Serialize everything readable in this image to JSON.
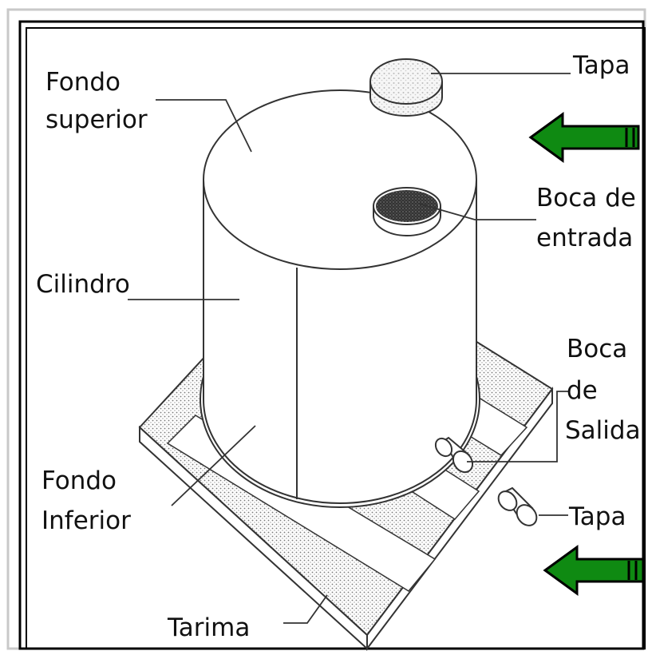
{
  "labels": {
    "fondo_superior": [
      "Fondo",
      "superior"
    ],
    "tapa_top": "Tapa",
    "boca_entrada": [
      "Boca de",
      "entrada"
    ],
    "cilindro": "Cilindro",
    "boca_salida": [
      "Boca",
      "de",
      "Salida"
    ],
    "fondo_inferior": [
      "Fondo",
      "Inferior"
    ],
    "tapa_bottom": "Tapa",
    "tarima": "Tarima"
  },
  "colors": {
    "arrow_fill": "#0f8a12",
    "arrow_outline": "#000000",
    "line": "#333333",
    "frame": "#000000",
    "dots": "#777777"
  },
  "icons": {
    "arrow_top": "left-arrow-icon",
    "arrow_bottom": "left-arrow-icon"
  }
}
